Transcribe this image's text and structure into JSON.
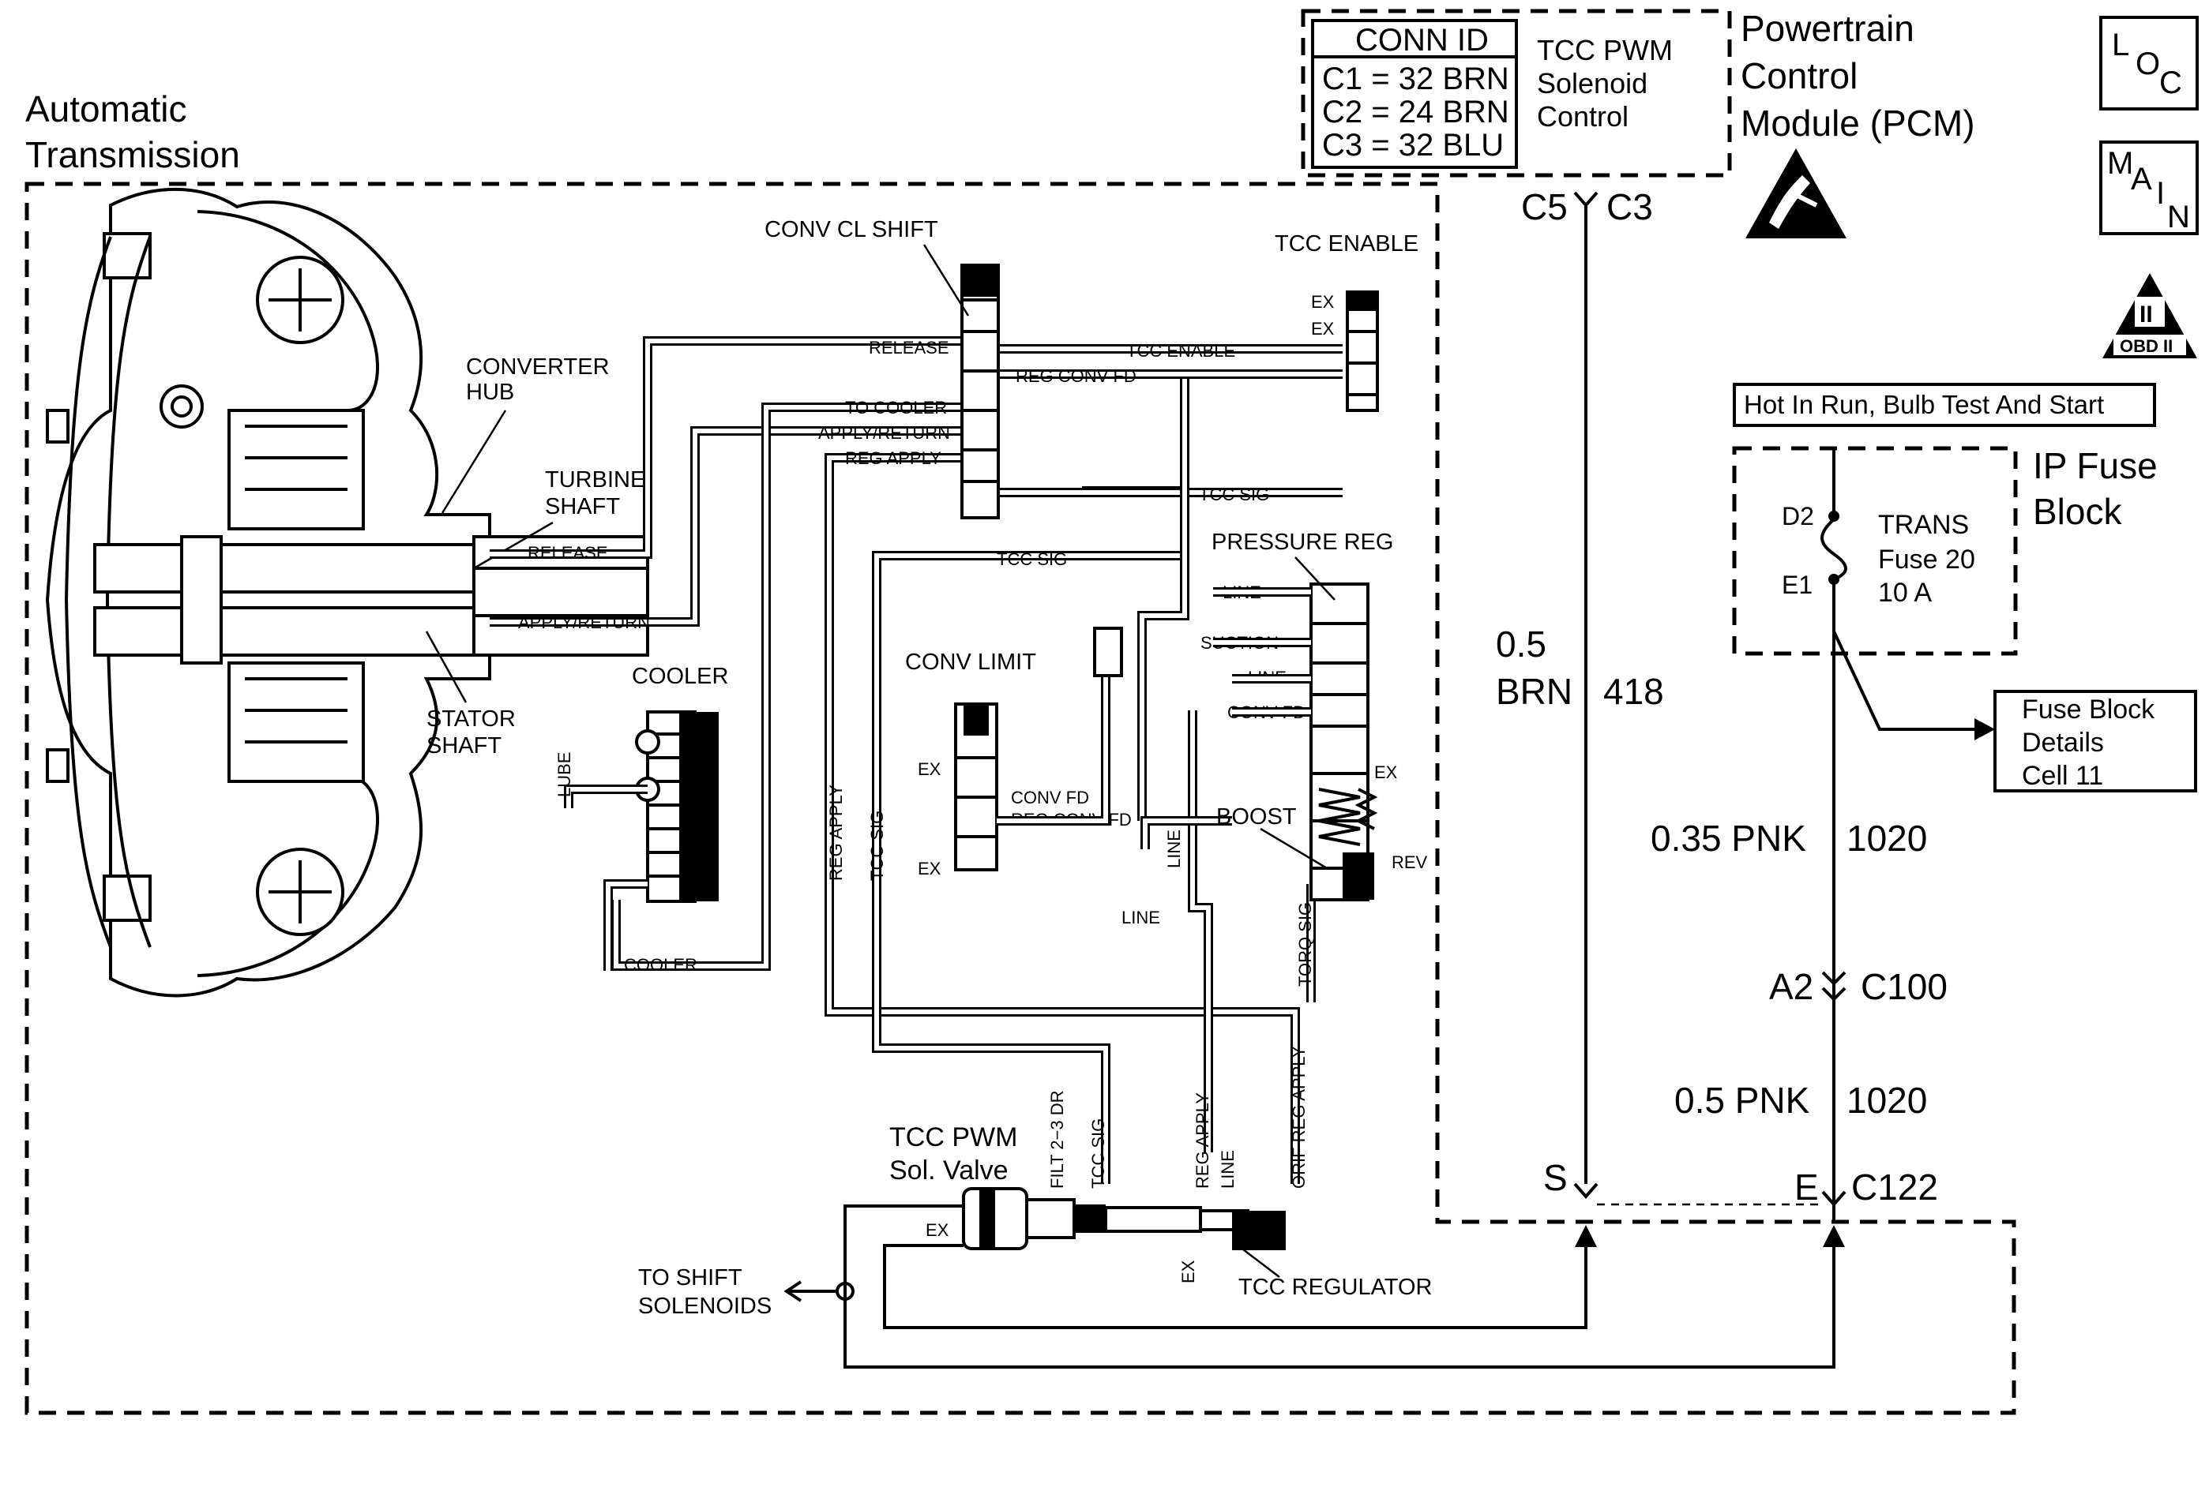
{
  "transmission": {
    "title_line1": "Automatic",
    "title_line2": "Transmission"
  },
  "pcm": {
    "title_line1": "Powertrain",
    "title_line2": "Control",
    "title_line3": "Module (PCM)",
    "conn_header": "CONN ID",
    "conn_rows": [
      "C1 = 32 BRN",
      "C2 = 24 BRN",
      "C3 = 32 BLU"
    ],
    "signal_line1": "TCC PWM",
    "signal_line2": "Solenoid",
    "signal_line3": "Control"
  },
  "side_icons": {
    "loc_l": "L",
    "loc_o": "O",
    "loc_c": "C",
    "main_m": "M",
    "main_a": "A",
    "main_i": "I",
    "main_n": "N",
    "obd_numeral": "II",
    "obd_label": "OBD II"
  },
  "power": {
    "hot_label": "Hot In Run, Bulb Test And Start",
    "fuse_block_line1": "IP Fuse",
    "fuse_block_line2": "Block",
    "fuse_top_terminal": "D2",
    "fuse_bottom_terminal": "E1",
    "fuse_name_line1": "TRANS",
    "fuse_name_line2": "Fuse 20",
    "fuse_name_line3": "10 A",
    "details_line1": "Fuse Block",
    "details_line2": "Details",
    "details_line3": "Cell 11"
  },
  "wires": {
    "pcm_conn_left": "C5",
    "pcm_conn_right": "C3",
    "w418_size": "0.5",
    "w418_color": "BRN",
    "w418_circuit": "418",
    "w1020a_label": "0.35 PNK",
    "w1020a_circuit": "1020",
    "c100_pin": "A2",
    "c100_conn": "C100",
    "w1020b_label": "0.5 PNK",
    "w1020b_circuit": "1020",
    "c122_pin_s": "S",
    "c122_pin_e": "E",
    "c122_conn": "C122"
  },
  "hydraulic": {
    "converter_hub_1": "CONVERTER",
    "converter_hub_2": "HUB",
    "turbine_shaft_1": "TURBINE",
    "turbine_shaft_2": "SHAFT",
    "stator_shaft_1": "STATOR",
    "stator_shaft_2": "SHAFT",
    "release": "RELEASE",
    "apply_return": "APPLY/RETURN",
    "cooler": "COOLER",
    "lube": "LUBE",
    "cooler_bottom": "COOLER",
    "conv_cl_shift": "CONV CL SHIFT",
    "release_top": "RELEASE",
    "to_cooler": "TO COOLER",
    "apply_return_top": "APPLY/RETURN",
    "reg_apply_top": "REG APPLY",
    "reg_conv_fd_top": "REG CONV FD",
    "tcc_enable_line": "TCC ENABLE",
    "tcc_enable": "TCC ENABLE",
    "ex_a": "EX",
    "ex_b": "EX",
    "tcc_sig_a": "TCC SIG",
    "tcc_sig_b": "TCC SIG",
    "pressure_reg": "PRESSURE REG",
    "line_a": "LINE",
    "suction": "SUCTION",
    "line_b": "LINE",
    "conv_fd_pr": "CONV FD",
    "ex_pr": "EX",
    "boost": "BOOST",
    "rev": "REV",
    "conv_limit": "CONV LIMIT",
    "ex_cl1": "EX",
    "ex_cl2": "EX",
    "conv_fd_cl": "CONV FD",
    "reg_conv_fd_cl": "REG CONV FD",
    "line_vert": "LINE",
    "line_c": "LINE",
    "torq_sig": "TORQ SIG",
    "reg_apply_vert": "REG APPLY",
    "tcc_sig_vert": "TCC SIG",
    "tcc_pwm_1": "TCC PWM",
    "tcc_pwm_2": "Sol. Valve",
    "ex_sol": "EX",
    "filt": "FILT 2−3 DR",
    "tcc_sig_sol": "TCC SIG",
    "reg_apply_sol": "REG APPLY",
    "line_sol": "LINE",
    "orif_reg_apply": "ORIF REG APPLY",
    "ex_sol2": "EX",
    "tcc_regulator": "TCC REGULATOR",
    "to_shift_1": "TO SHIFT",
    "to_shift_2": "SOLENOIDS"
  }
}
